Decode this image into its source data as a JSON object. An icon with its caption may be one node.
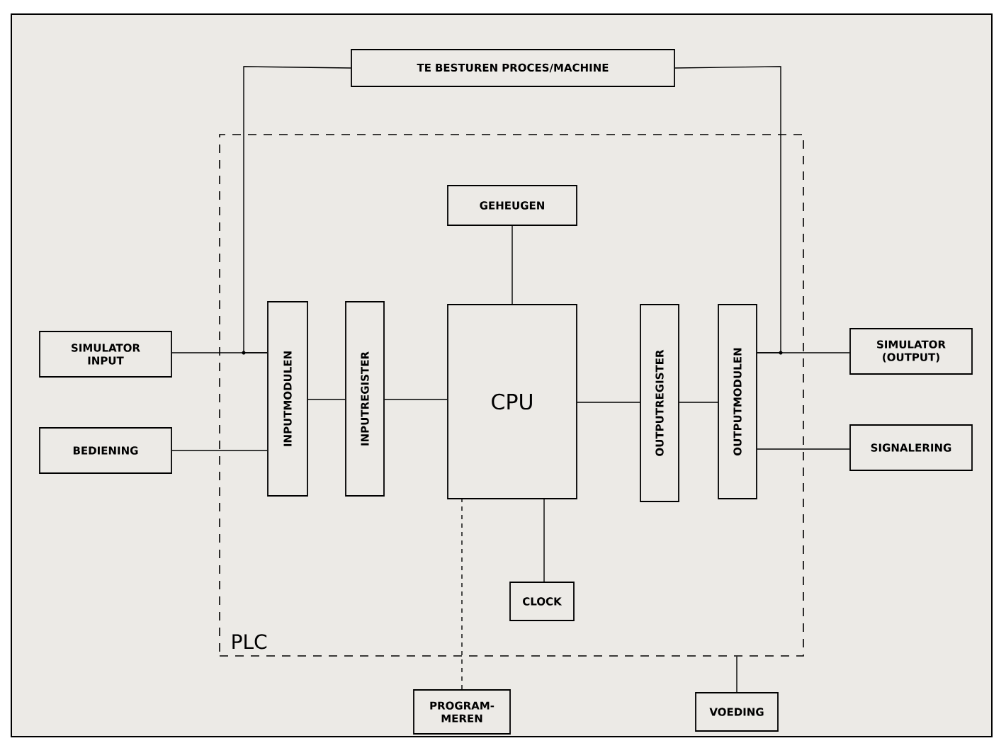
{
  "diagram": {
    "nodes": [
      {
        "text": [
          "TE BESTUREN PROCES/MACHINE"
        ]
      },
      {
        "text": [
          "PLC"
        ]
      },
      {
        "text": [
          "GEHEUGEN"
        ],
        "in": 1
      },
      {
        "text": [
          "SIMULATOR INPUT"
        ]
      },
      {
        "text": [
          "INPUTMODULEN"
        ],
        "in": 1
      },
      {
        "text": [
          "INPUTREGISTER"
        ],
        "in": 1
      },
      {
        "text": [
          "CPU"
        ],
        "in": 1
      },
      {
        "text": [
          "OUTPUTREGISTER"
        ],
        "in": 1
      },
      {
        "text": [
          "OUTPUTMODULEN"
        ],
        "in": 1
      },
      {
        "text": [
          "SIMULATOR (OUTPUT)"
        ]
      },
      {
        "text": [
          "BEDIENING"
        ]
      },
      {
        "text": [
          "SIGNALERING"
        ]
      },
      {
        "text": [
          "CLOCK"
        ],
        "in": 1
      },
      {
        "text": [
          "PROGRAM- MEREN"
        ]
      },
      {
        "text": [
          "VOEDING"
        ]
      }
    ],
    "edges": [
      {
        "from": 3,
        "to": 4,
        "arrow": "none"
      },
      {
        "from": 10,
        "to": 4,
        "arrow": "none"
      },
      {
        "from": 4,
        "to": 5,
        "arrow": "none"
      },
      {
        "from": 5,
        "to": 6,
        "arrow": "none"
      },
      {
        "from": 6,
        "to": 7,
        "arrow": "none"
      },
      {
        "from": 7,
        "to": 8,
        "arrow": "none"
      },
      {
        "from": 8,
        "to": 9,
        "arrow": "none"
      },
      {
        "from": 8,
        "to": 11,
        "arrow": "none"
      },
      {
        "from": 2,
        "to": 6,
        "arrow": "none"
      },
      {
        "from": 6,
        "to": 12,
        "arrow": "none"
      },
      {
        "from": 13,
        "to": 6,
        "arrow": "none",
        "style": "dashed"
      },
      {
        "from": 14,
        "to": 1,
        "arrow": "none"
      },
      {
        "from": 0,
        "to": 4,
        "arrow": "none"
      },
      {
        "from": 0,
        "to": 8,
        "arrow": "none"
      }
    ]
  }
}
